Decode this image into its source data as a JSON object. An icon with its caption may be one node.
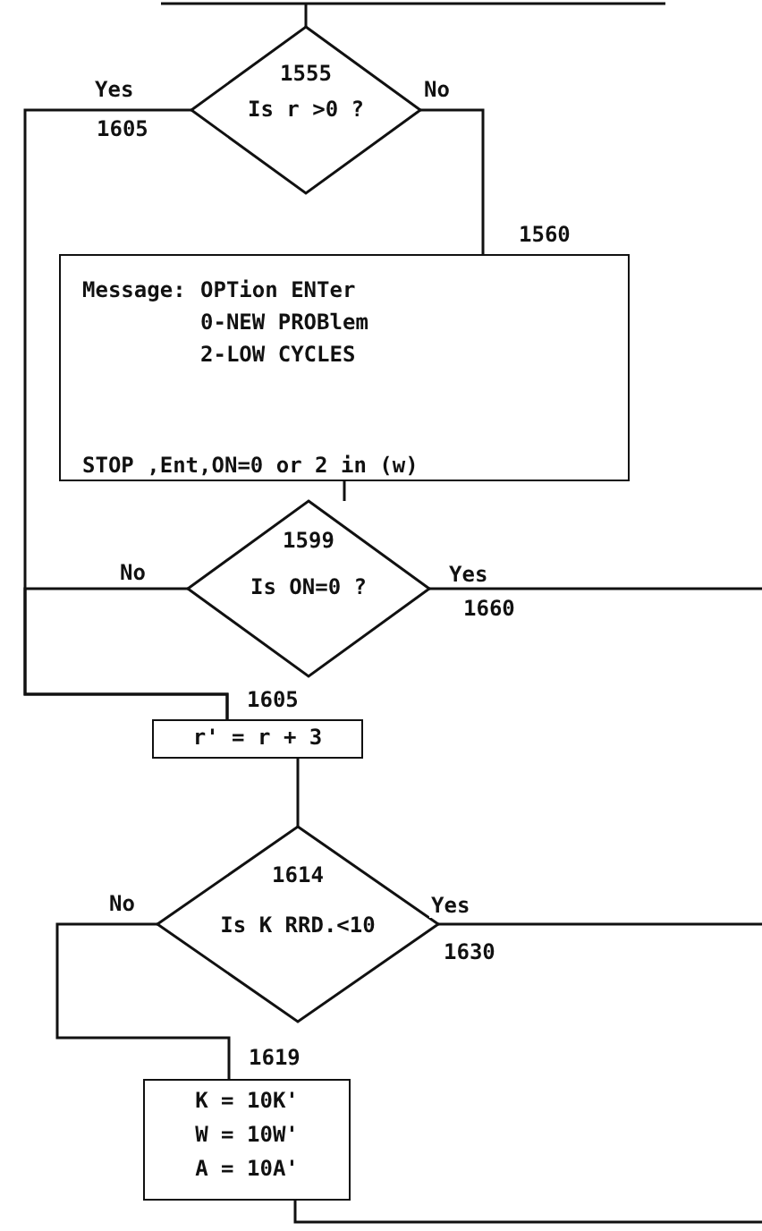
{
  "diagram": {
    "nodes": [
      {
        "text": [
          "1555",
          "Is r >0 ?"
        ]
      },
      {
        "text": [
          "Message:",
          "OPTion ENTer",
          "0-NEW PROBlem",
          "2-LOW CYCLES",
          "STOP ,Ent,ON=0 or 2 in (w)"
        ],
        "beside": [
          "1560"
        ]
      },
      {
        "text": [
          "1599",
          "Is ON=0 ?"
        ]
      },
      {
        "text": [
          "r' = r + 3"
        ],
        "beside": [
          "1605"
        ]
      },
      {
        "text": [
          "1614",
          "Is K RRD.<10"
        ]
      },
      {
        "text": [
          "K = 10K'",
          "W = 10W'",
          "A = 10A'"
        ],
        "beside": [
          "1619"
        ]
      }
    ],
    "edges": [
      {
        "from": null,
        "to": 0,
        "arrow": "none"
      },
      {
        "from": 0,
        "to": 1,
        "arrow": "none",
        "label": "No"
      },
      {
        "from": 0,
        "to": 3,
        "arrow": "none",
        "label": "Yes"
      },
      {
        "from": 1,
        "to": 2,
        "arrow": "none"
      },
      {
        "from": 2,
        "to": 3,
        "arrow": "none",
        "label": "No"
      },
      {
        "from": 2,
        "to": null,
        "arrow": "none",
        "label": "Yes"
      },
      {
        "from": 3,
        "to": 4,
        "arrow": "none"
      },
      {
        "from": 4,
        "to": 5,
        "arrow": "none",
        "label": "No"
      },
      {
        "from": 4,
        "to": null,
        "arrow": "none",
        "label": "Yes"
      },
      {
        "from": 5,
        "to": null,
        "arrow": "none"
      }
    ],
    "labels": [
      "1605",
      "1660",
      "1630"
    ]
  }
}
